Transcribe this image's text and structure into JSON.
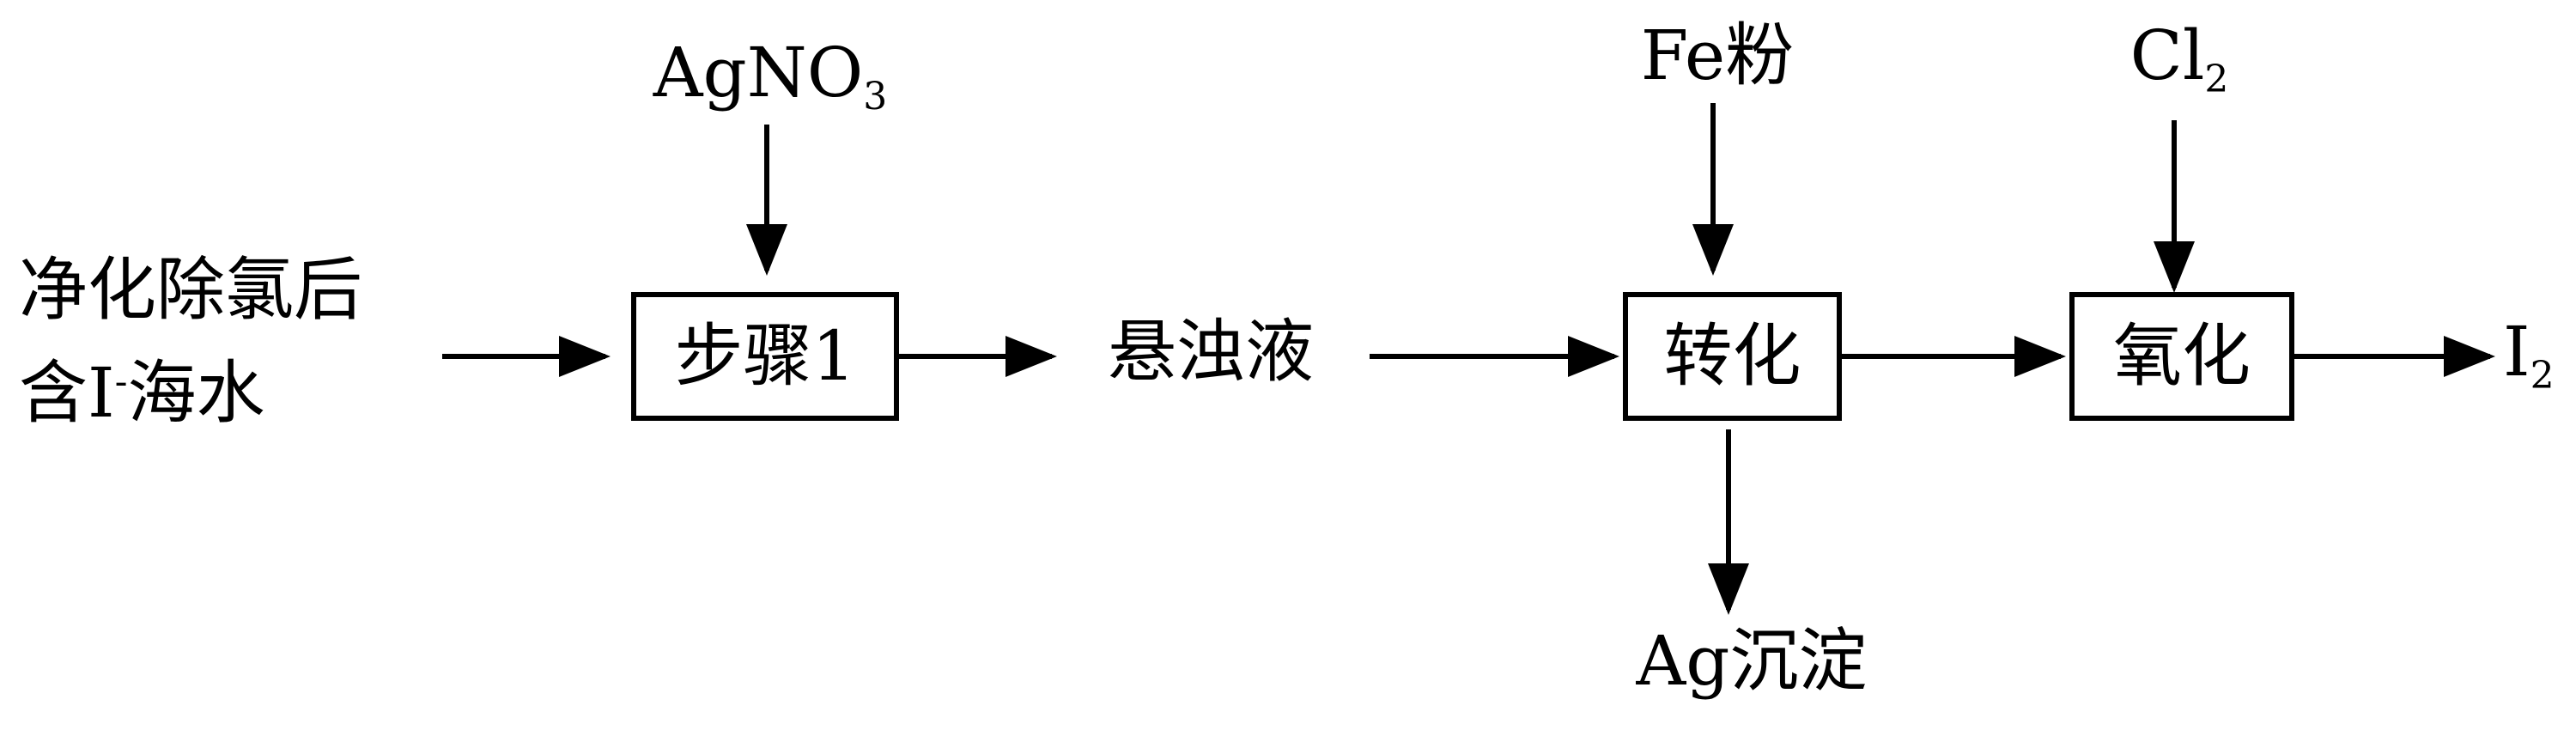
{
  "diagram": {
    "input": {
      "line1": "净化除氯后",
      "line2_prefix": "含",
      "ion": "I",
      "ion_charge": "-",
      "line2_suffix": "海水"
    },
    "reagents": {
      "silver_nitrate": {
        "base": "AgNO",
        "sub": "3"
      },
      "iron_powder": "Fe粉",
      "chlorine": {
        "base": "Cl",
        "sub": "2"
      }
    },
    "steps": {
      "step1": "步骤1",
      "conversion": "转化",
      "oxidation": "氧化"
    },
    "intermediate": "悬浊液",
    "byproduct": "Ag沉淀",
    "product": {
      "base": "I",
      "sub": "2"
    }
  }
}
